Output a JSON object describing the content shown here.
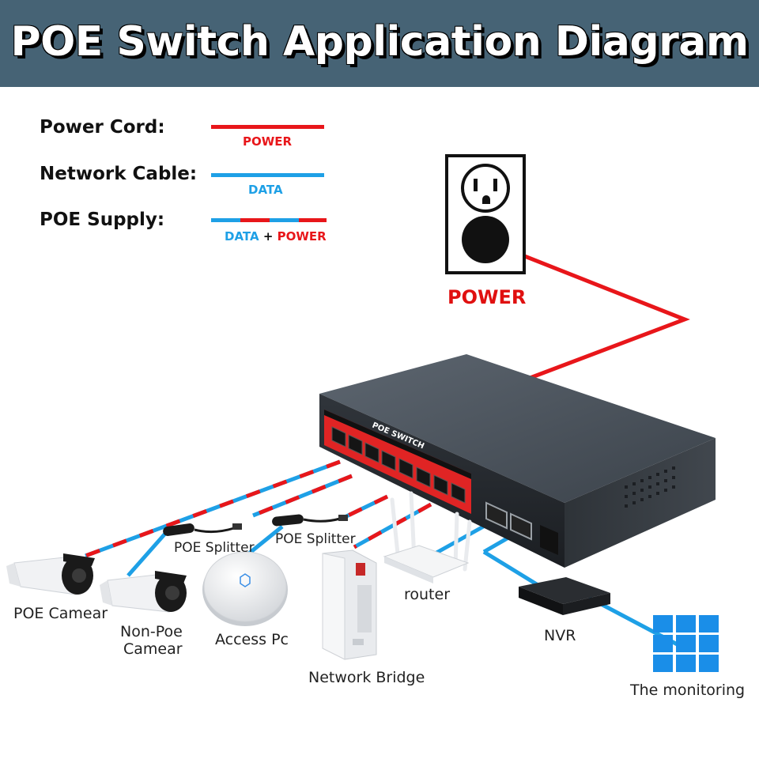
{
  "title": "POE Switch Application Diagram",
  "legend": [
    {
      "label": "Power Cord:",
      "caption": "POWER"
    },
    {
      "label": "Network Cable:",
      "caption": "DATA"
    },
    {
      "label": "POE Supply:",
      "caption_data": "DATA",
      "caption_plus": "+",
      "caption_power": "POWER"
    }
  ],
  "colors": {
    "power": "#e8161a",
    "data": "#1ea0e6",
    "header": "#466375"
  },
  "outlet": {
    "label": "POWER"
  },
  "switch": {
    "brand": "POE SWITCH"
  },
  "devices": {
    "poe_camera": "POE Camear",
    "non_poe_camera": [
      "Non-Poe",
      "Camear"
    ],
    "splitter_1": "POE Splitter",
    "splitter_2": "POE Splitter",
    "access_point": "Access Pc",
    "network_bridge": "Network Bridge",
    "router": "router",
    "nvr": "NVR",
    "monitor": "The monitoring"
  }
}
